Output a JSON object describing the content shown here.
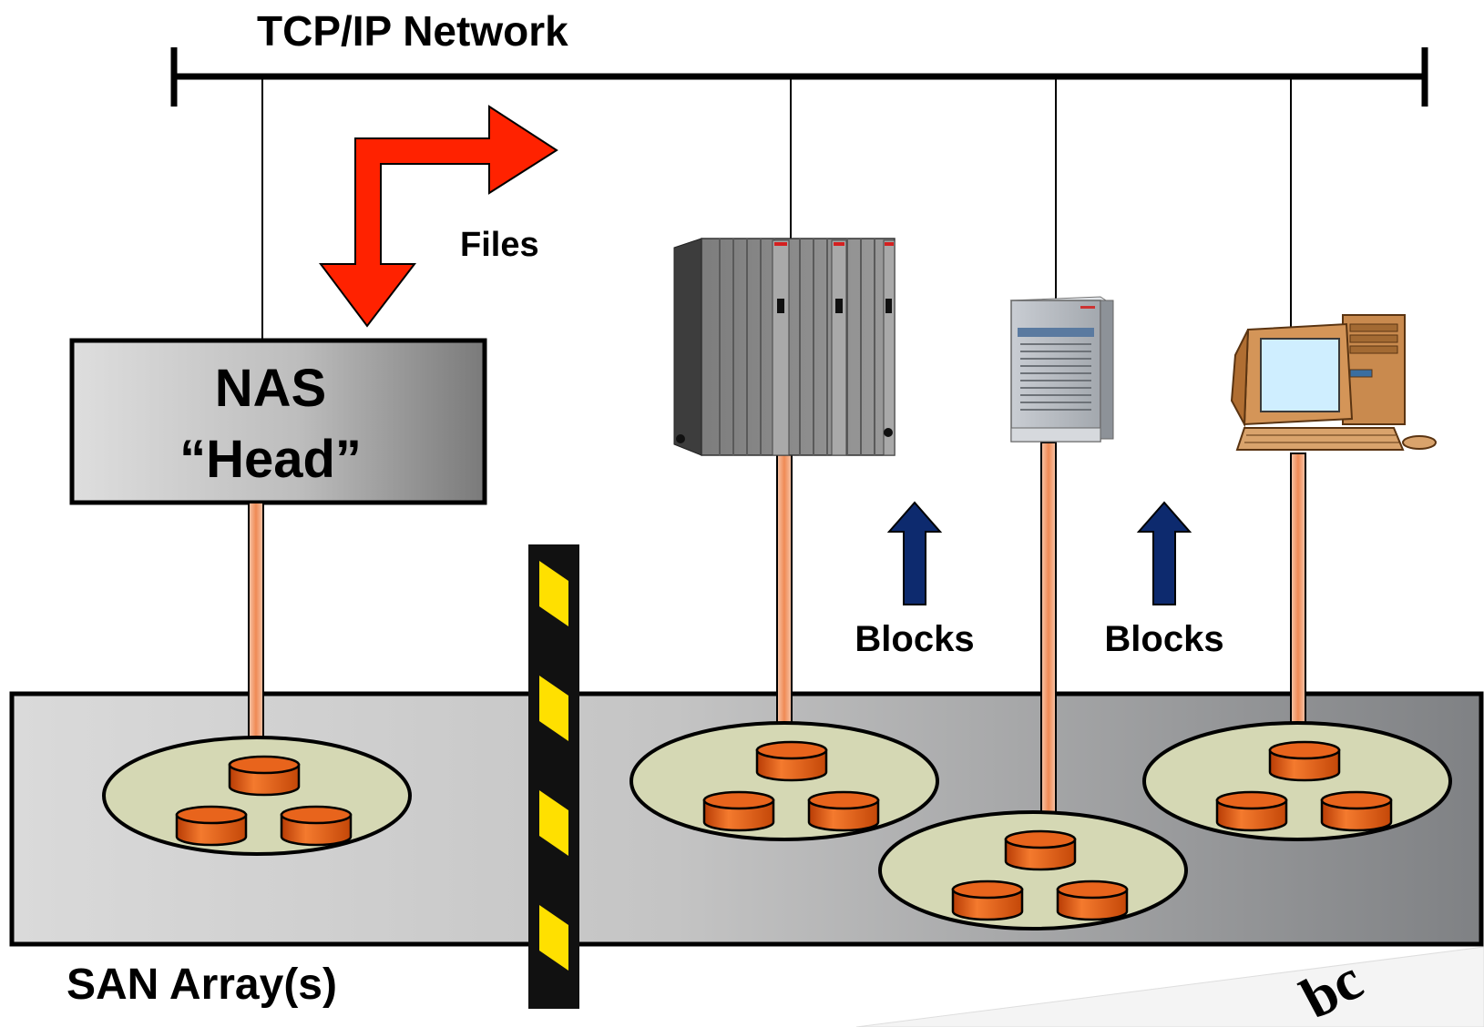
{
  "network": {
    "title": "TCP/IP Network"
  },
  "nas": {
    "line1": "NAS",
    "line2": "“Head”"
  },
  "files_label": "Files",
  "blocks_labels": [
    "Blocks",
    "Blocks"
  ],
  "san": {
    "label": "SAN Array(s)"
  },
  "icons": {
    "mainframe": "mainframe-server-icon",
    "tower": "tower-server-icon",
    "workstation": "desktop-computer-icon",
    "disk": "disk-cylinder-icon"
  },
  "colors": {
    "files_arrow": "#ff2200",
    "blocks_arrow": "#0d2a6e",
    "disk": "#e05a10",
    "disk_pool": "#d5d8b4",
    "barrier_stripe": "#ffe000",
    "fibre_link": "#f5b896"
  }
}
